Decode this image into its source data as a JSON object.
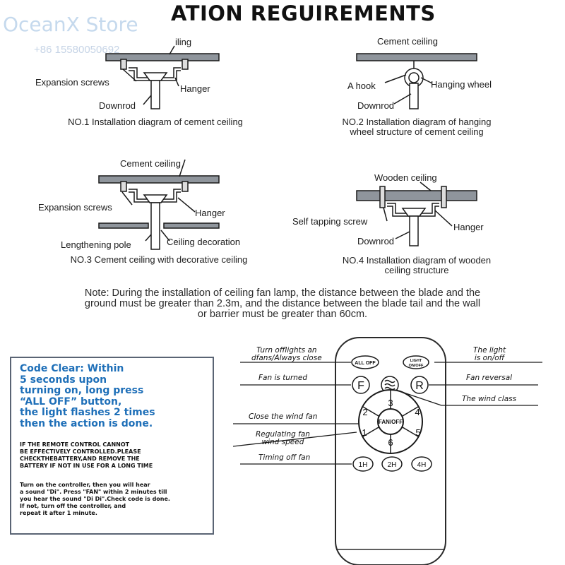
{
  "header": {
    "title": "ATION REGUIREMENTS",
    "watermark": "OceanX Store",
    "phone": "+86 15580050692"
  },
  "diagrams": {
    "d1": {
      "ceiling_label": "iling",
      "screws_label": "Expansion screws",
      "hanger_label": "Hanger",
      "downrod_label": "Downrod",
      "caption": "NO.1 Installation diagram of cement ceiling"
    },
    "d2": {
      "ceiling_label": "Cement ceiling",
      "hook_label": "A hook",
      "wheel_label": "Hanging wheel",
      "downrod_label": "Downrod",
      "caption_line1": "NO.2 Installation diagram of hanging",
      "caption_line2": "wheel structure of cement ceiling"
    },
    "d3": {
      "ceiling_label": "Cement ceiling",
      "screws_label": "Expansion screws",
      "hanger_label": "Hanger",
      "pole_label": "Lengthening pole",
      "decoration_label": "Ceiling decoration",
      "caption": "NO.3 Cement ceiling with decorative ceiling"
    },
    "d4": {
      "ceiling_label": "Wooden ceiling",
      "screw_label": "Self tapping screw",
      "hanger_label": "Hanger",
      "downrod_label": "Downrod",
      "caption_line1": "NO.4 Installation diagram of wooden",
      "caption_line2": "ceiling structure"
    }
  },
  "note": {
    "line1": "Note: During the installation of ceiling fan lamp, the distance between the blade and the",
    "line2": "ground must be greater than 2.3m, and the distance between the blade tail and the wall",
    "line3": "or barrier must be greater than 60cm."
  },
  "code_clear": {
    "line1": "Code Clear: Within",
    "line2": " 5 seconds upon",
    "line3": " turning on, long press",
    "line4": "“ALL OFF” button,",
    "line5": "the light flashes 2 times",
    "line6": "then the action is done."
  },
  "remote_warning": {
    "line1": "IF THE REMOTE CONTROL CANNOT",
    "line2": "BE EFFECTIVELY CONTROLLED.PLEASE",
    "line3": "CHECKTHEBATTERY,AND REMOVE THE",
    "line4": "BATTERY IF NOT IN USE FOR A LONG TIME"
  },
  "pairing": {
    "line1": "Turn on the controller, then you will hear",
    "line2": "a sound \"Di\". Press \"FAN\" within 2 minutes till",
    "line3": "you hear the sound \"Di Di\".Check code is done.",
    "line4": "If not, turn off the controller, and",
    "line5": "repeat it after 1 minute."
  },
  "remote": {
    "buttons": {
      "all_off": "ALL OFF",
      "light_line1": "LIGHT",
      "light_line2": "ON/OFF",
      "fan": "F",
      "reverse": "R",
      "fan_off": "FAN/OFF",
      "speed1": "1",
      "speed2": "2",
      "speed3": "3",
      "speed4": "4",
      "speed5": "5",
      "speed6": "6",
      "timer1": "1H",
      "timer2": "2H",
      "timer4": "4H"
    },
    "labels": {
      "turn_off_line1": "Turn offlights an",
      "turn_off_line2": "dfans/Always close",
      "fan_turned": "Fan is turned",
      "close_wind": "Close the wind fan",
      "regulating_line1": "Regulating fan",
      "regulating_line2": "wind speed",
      "timing": "Timing off fan",
      "light_line1": "The light",
      "light_line2": "is on/off",
      "reversal": "Fan reversal",
      "wind_class": "The wind class"
    }
  }
}
